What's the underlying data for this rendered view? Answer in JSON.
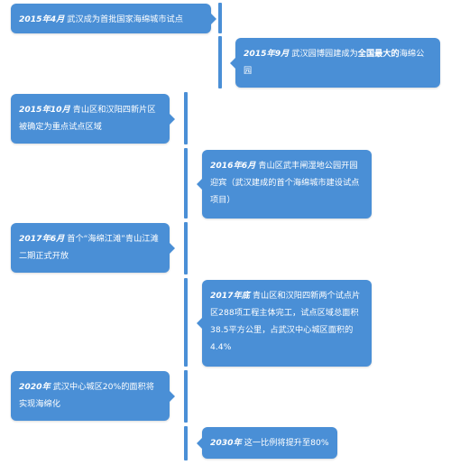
{
  "timeline": {
    "items": [
      {
        "date": "2015年4月",
        "text": "武汉成为首批国家海绵城市试点"
      },
      {
        "date": "2015年9月",
        "text_before": "武汉园博园建成为",
        "text_bold": "全国最大的",
        "text_after": "海绵公园"
      },
      {
        "date": "2015年10月",
        "text": "青山区和汉阳四新片区被确定为重点试点区域"
      },
      {
        "date": "2016年6月",
        "text": "青山区武丰闸湿地公园开园迎宾（武汉建成的首个海绵城市建设试点项目）"
      },
      {
        "date": "2017年6月",
        "text": "首个“海绵江滩”青山江滩二期正式开放"
      },
      {
        "date": "2017年底",
        "text": "青山区和汉阳四新两个试点片区288项工程主体完工，试点区域总面积38.5平方公里，占武汉中心城区面积的4.4%"
      },
      {
        "date": "2020年",
        "text": "武汉中心城区20%的面积将实现海绵化"
      },
      {
        "date": "2030年",
        "text": "这一比例将提升至80%"
      }
    ]
  },
  "colors": {
    "callout": "#4a8fd6",
    "text": "#ffffff"
  }
}
